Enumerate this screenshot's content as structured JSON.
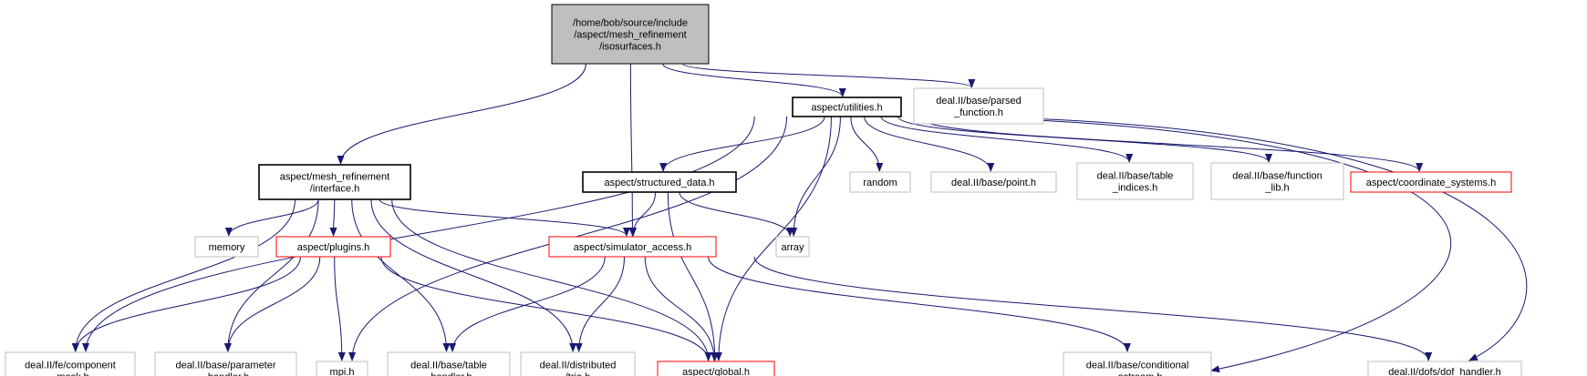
{
  "colors": {
    "edge": "#191970",
    "root_fill": "#bfbfbf",
    "root_border": "#000000",
    "local_border": "#000000",
    "flagged_border": "#ff0000",
    "external_border": "#bfbfbf"
  },
  "nodes": [
    {
      "id": "root",
      "kind": "root",
      "lines": [
        "/home/bob/source/include",
        "/aspect/mesh_refinement",
        "/isosurfaces.h"
      ]
    },
    {
      "id": "parsed_function",
      "kind": "external",
      "lines": [
        "deal.II/base/parsed",
        "_function.h"
      ]
    },
    {
      "id": "utilities",
      "kind": "local",
      "lines": [
        "aspect/utilities.h"
      ]
    },
    {
      "id": "interface",
      "kind": "local",
      "lines": [
        "aspect/mesh_refinement",
        "/interface.h"
      ]
    },
    {
      "id": "structured_data",
      "kind": "local",
      "lines": [
        "aspect/structured_data.h"
      ]
    },
    {
      "id": "random",
      "kind": "external",
      "lines": [
        "random"
      ]
    },
    {
      "id": "point",
      "kind": "external",
      "lines": [
        "deal.II/base/point.h"
      ]
    },
    {
      "id": "table_indices",
      "kind": "external",
      "lines": [
        "deal.II/base/table",
        "_indices.h"
      ]
    },
    {
      "id": "function_lib",
      "kind": "external",
      "lines": [
        "deal.II/base/function",
        "_lib.h"
      ]
    },
    {
      "id": "coordinate_systems",
      "kind": "flagged",
      "lines": [
        "aspect/coordinate_systems.h"
      ]
    },
    {
      "id": "memory",
      "kind": "external",
      "lines": [
        "memory"
      ]
    },
    {
      "id": "plugins",
      "kind": "flagged",
      "lines": [
        "aspect/plugins.h"
      ]
    },
    {
      "id": "simulator_access",
      "kind": "flagged",
      "lines": [
        "aspect/simulator_access.h"
      ]
    },
    {
      "id": "array",
      "kind": "external",
      "lines": [
        "array"
      ]
    },
    {
      "id": "component_mask",
      "kind": "external",
      "lines": [
        "deal.II/fe/component",
        "_mask.h"
      ]
    },
    {
      "id": "parameter_handler",
      "kind": "external",
      "lines": [
        "deal.II/base/parameter",
        "_handler.h"
      ]
    },
    {
      "id": "mpi",
      "kind": "external",
      "lines": [
        "mpi.h"
      ]
    },
    {
      "id": "table_handler",
      "kind": "external",
      "lines": [
        "deal.II/base/table",
        "_handler.h"
      ]
    },
    {
      "id": "distributed_tria",
      "kind": "external",
      "lines": [
        "deal.II/distributed",
        "/tria.h"
      ]
    },
    {
      "id": "global",
      "kind": "flagged",
      "lines": [
        "aspect/global.h"
      ]
    },
    {
      "id": "conditional_ostream",
      "kind": "external",
      "lines": [
        "deal.II/base/conditional",
        "_ostream.h"
      ]
    },
    {
      "id": "dof_handler",
      "kind": "external",
      "lines": [
        "deal.II/dofs/dof_handler.h"
      ]
    }
  ],
  "edges": [
    [
      "root",
      "interface"
    ],
    [
      "root",
      "simulator_access"
    ],
    [
      "root",
      "utilities"
    ],
    [
      "root",
      "parsed_function"
    ],
    [
      "utilities",
      "component_mask"
    ],
    [
      "utilities",
      "mpi"
    ],
    [
      "utilities",
      "structured_data"
    ],
    [
      "utilities",
      "array"
    ],
    [
      "utilities",
      "global"
    ],
    [
      "utilities",
      "random"
    ],
    [
      "utilities",
      "point"
    ],
    [
      "utilities",
      "table_indices"
    ],
    [
      "utilities",
      "function_lib"
    ],
    [
      "utilities",
      "coordinate_systems"
    ],
    [
      "utilities",
      "conditional_ostream"
    ],
    [
      "utilities",
      "dof_handler"
    ],
    [
      "interface",
      "component_mask"
    ],
    [
      "interface",
      "parameter_handler"
    ],
    [
      "interface",
      "table_handler"
    ],
    [
      "interface",
      "memory"
    ],
    [
      "interface",
      "plugins"
    ],
    [
      "interface",
      "simulator_access"
    ],
    [
      "interface",
      "distributed_tria"
    ],
    [
      "interface",
      "global"
    ],
    [
      "plugins",
      "component_mask"
    ],
    [
      "plugins",
      "parameter_handler"
    ],
    [
      "plugins",
      "mpi"
    ],
    [
      "plugins",
      "global"
    ],
    [
      "structured_data",
      "simulator_access"
    ],
    [
      "structured_data",
      "array"
    ],
    [
      "structured_data",
      "global"
    ],
    [
      "simulator_access",
      "table_handler"
    ],
    [
      "simulator_access",
      "distributed_tria"
    ],
    [
      "simulator_access",
      "global"
    ],
    [
      "simulator_access",
      "conditional_ostream"
    ],
    [
      "simulator_access",
      "dof_handler"
    ]
  ]
}
